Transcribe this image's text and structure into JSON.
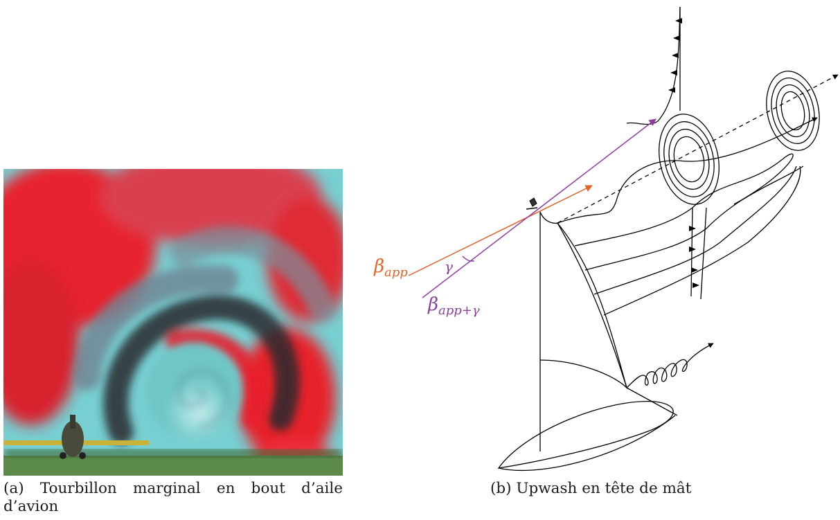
{
  "figure": {
    "panel_a": {
      "tag": "(a)",
      "caption": "Tourbillon marginal en bout d’aile d’avion"
    },
    "panel_b": {
      "tag": "(b)",
      "caption": "Upwash en tête de mât",
      "labels": {
        "beta_app": "βapp",
        "beta_app_gamma": "βapp+γ",
        "gamma": "γ"
      },
      "colors": {
        "beta_app": "#e0642a",
        "beta_app_gamma": "#8a3fa0",
        "lines": "#000000"
      }
    }
  }
}
